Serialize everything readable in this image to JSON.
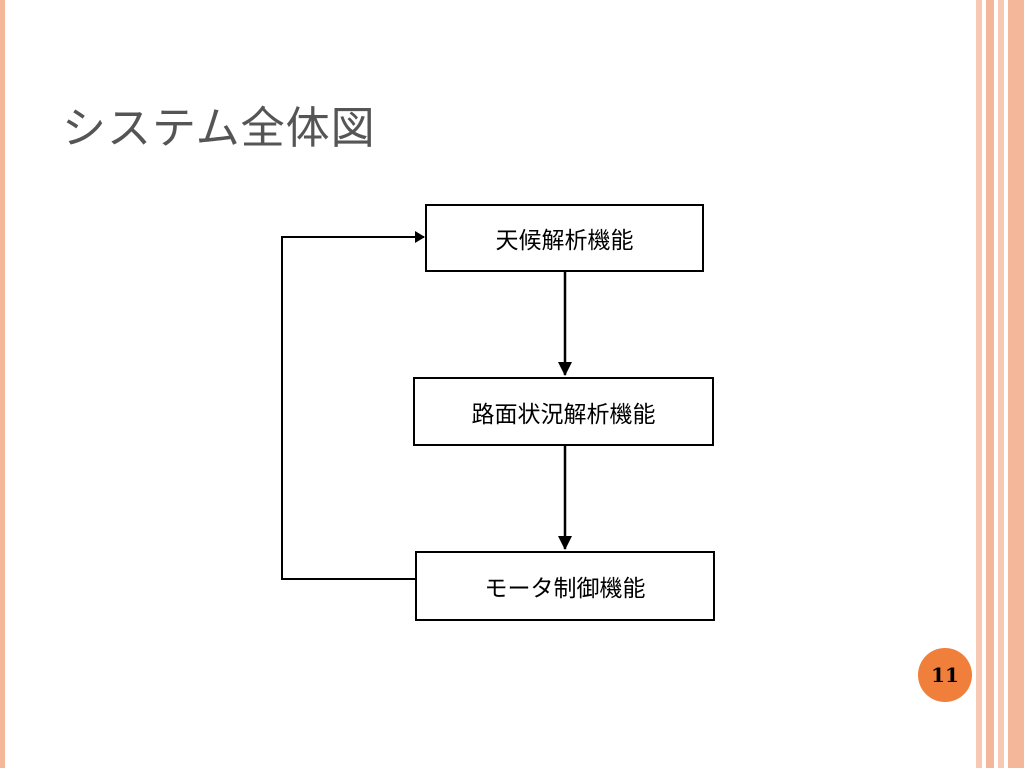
{
  "slide": {
    "title": "システム全体図",
    "page_number": "11"
  },
  "diagram": {
    "nodes": [
      {
        "id": "weather",
        "label": "天候解析機能"
      },
      {
        "id": "road",
        "label": "路面状況解析機能"
      },
      {
        "id": "motor",
        "label": "モータ制御機能"
      }
    ],
    "edges": [
      {
        "from": "weather",
        "to": "road"
      },
      {
        "from": "road",
        "to": "motor"
      },
      {
        "from": "motor",
        "to": "weather"
      }
    ]
  },
  "colors": {
    "badge": "#f07f3c",
    "border_accent": "#f4b79a",
    "title_text": "#555555"
  }
}
